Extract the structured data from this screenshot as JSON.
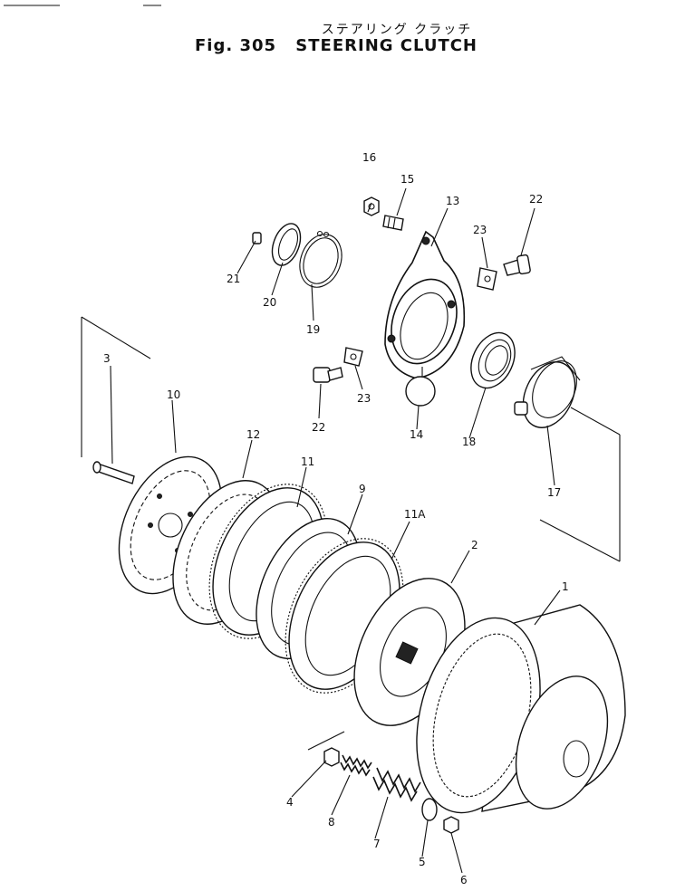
{
  "header": {
    "subtitle_jp": "ステアリング クラッチ",
    "fig_label": "Fig. 305",
    "title": "STEERING CLUTCH"
  },
  "callouts": [
    "1",
    "2",
    "3",
    "4",
    "5",
    "6",
    "7",
    "8",
    "9",
    "10",
    "11",
    "11A",
    "12",
    "13",
    "14",
    "15",
    "16",
    "17",
    "18",
    "19",
    "20",
    "21",
    "22",
    "22",
    "23",
    "23"
  ]
}
